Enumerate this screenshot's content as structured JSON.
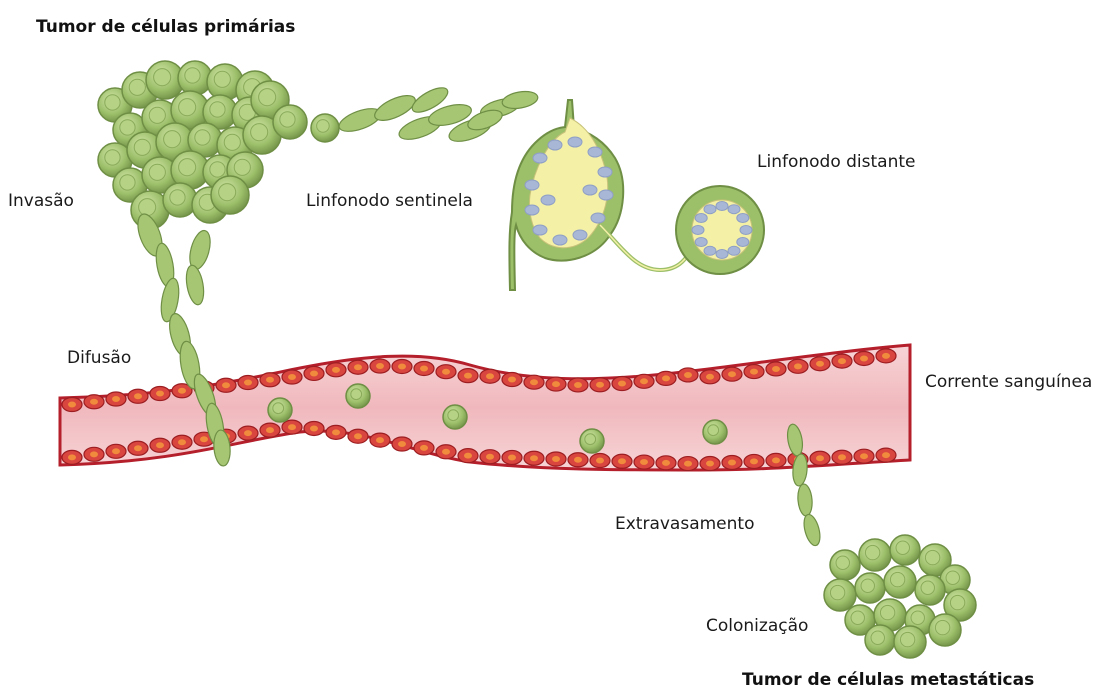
{
  "labels": {
    "primary_tumor": "Tumor de células primárias",
    "invasion": "Invasão",
    "sentinel_node": "Linfonodo sentinela",
    "distant_node": "Linfonodo distante",
    "diffusion": "Difusão",
    "bloodstream": "Corrente sanguínea",
    "extravasation": "Extravasamento",
    "colonization": "Colonização",
    "metastatic_tumor": "Tumor de células metastáticas"
  },
  "colors": {
    "tumor_cell": "#9cbf6a",
    "tumor_cell_light": "#bcd68e",
    "tumor_outline": "#6f8f45",
    "vessel_lumen": "#f3c5c9",
    "vessel_wall": "#b41f2b",
    "red_cell": "#d9453f",
    "red_cell_center": "#f08a3c",
    "lymph_fill": "#f4f0a6",
    "lymph_cell": "#a9b7d6"
  }
}
